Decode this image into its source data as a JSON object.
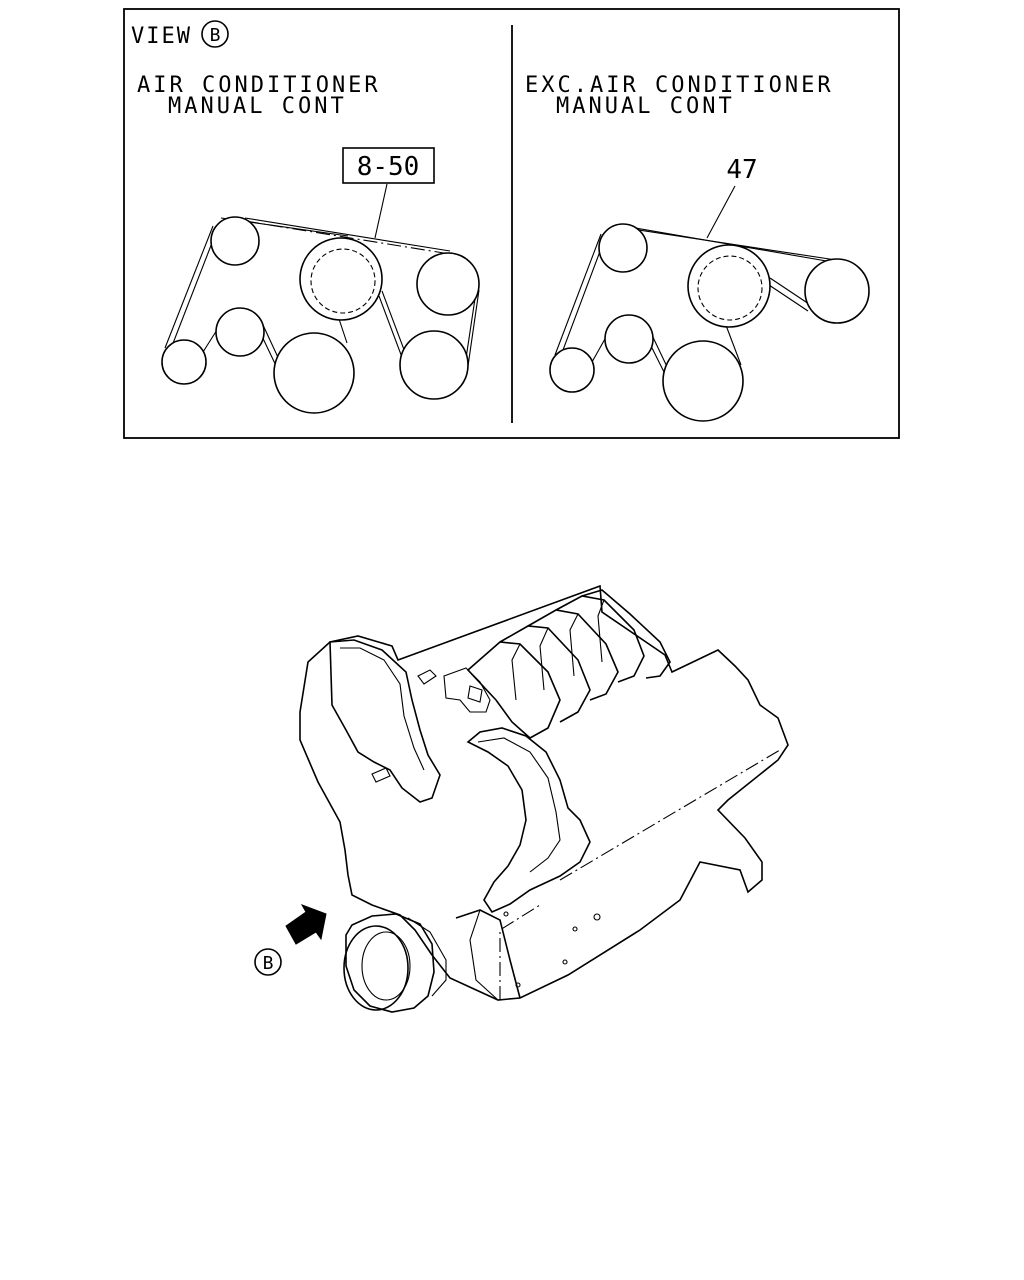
{
  "view_box": {
    "view_label": "VIEW",
    "view_marker": "B"
  },
  "left_panel": {
    "title_line1": "AIR CONDITIONER",
    "title_line2": "MANUAL CONT",
    "part_ref": "8-50"
  },
  "right_panel": {
    "title_line1": "EXC.AIR CONDITIONER",
    "title_line2": "MANUAL CONT",
    "part_ref": "47"
  },
  "engine_view": {
    "view_marker": "B"
  }
}
